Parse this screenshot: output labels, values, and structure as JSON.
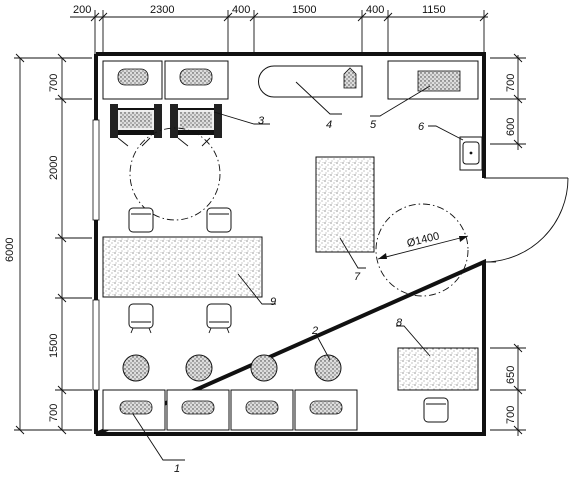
{
  "dimensions": {
    "top": [
      "200",
      "2300",
      "400",
      "1500",
      "400",
      "1150"
    ],
    "left_total": "6000",
    "left": [
      "700",
      "2000",
      "1500",
      "700"
    ],
    "right": [
      "700",
      "600",
      "650",
      "700"
    ],
    "diameter": "Ø1400"
  },
  "labels": [
    "1",
    "2",
    "3",
    "4",
    "5",
    "6",
    "7",
    "8",
    "9"
  ],
  "colors": {
    "line": "#111111",
    "background": "#ffffff",
    "stipple": "#555555"
  },
  "icons": [
    "workstation-desk-icon",
    "armchair-icon",
    "office-chair-icon",
    "stool-icon",
    "sink-icon",
    "door-swing-icon",
    "turning-circle-icon"
  ]
}
